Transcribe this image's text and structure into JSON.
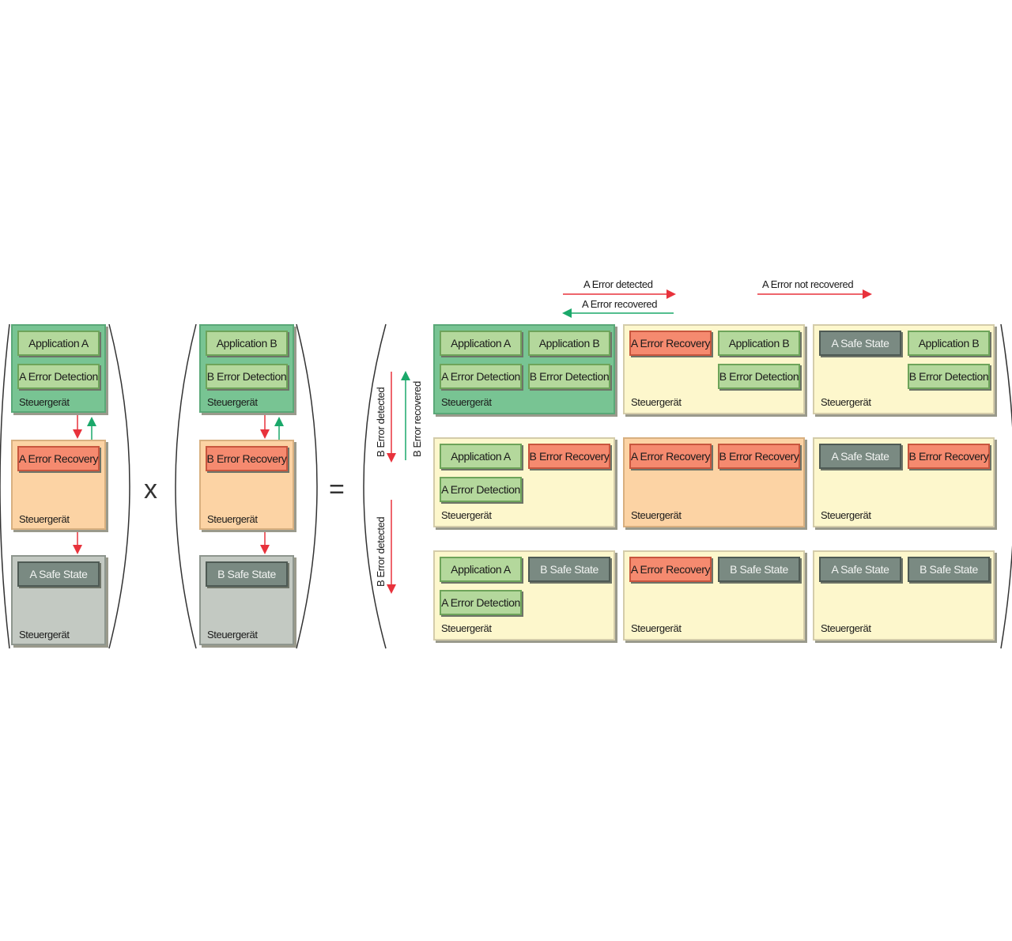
{
  "colors": {
    "green_ecu": "#78c493",
    "orange_ecu": "#fcd3a4",
    "gray_ecu": "#c3c9c2",
    "yellow_ecu": "#fdf7cc",
    "application_box": "#b4d89c",
    "recovery_box": "#f58a6f",
    "safe_box": "#7a8a82",
    "arrow_red": "#e8323c",
    "arrow_green": "#1aa86a"
  },
  "operators": {
    "times": "x",
    "equals": "="
  },
  "matrix_a": {
    "ecus": [
      {
        "boxes": [
          "Application A",
          "A Error Detection"
        ],
        "label": "Steuergerät"
      },
      {
        "boxes": [
          "A Error Recovery"
        ],
        "label": "Steuergerät"
      },
      {
        "boxes": [
          "A Safe State"
        ],
        "label": "Steuergerät"
      }
    ]
  },
  "matrix_b": {
    "ecus": [
      {
        "boxes": [
          "Application B",
          "B Error Detection"
        ],
        "label": "Steuergerät"
      },
      {
        "boxes": [
          "B Error Recovery"
        ],
        "label": "Steuergerät"
      },
      {
        "boxes": [
          "B Safe State"
        ],
        "label": "Steuergerät"
      }
    ]
  },
  "transitions": {
    "a_error_detected": "A Error detected",
    "a_error_recovered": "A Error recovered",
    "a_error_not_recovered": "A Error not recovered",
    "b_error_detected": "B Error detected",
    "b_error_recovered": "B Error recovered",
    "b_error_detected_2": "B Error detected"
  },
  "result_grid": {
    "cells": [
      {
        "state": "green",
        "label": "Steuergerät",
        "top_left": "Application A",
        "top_right": "Application B",
        "bottom_left": "A Error Detection",
        "bottom_right": "B Error Detection"
      },
      {
        "state": "yellow",
        "label": "Steuergerät",
        "top_left": "A Error Recovery",
        "top_right": "Application B",
        "bottom_left": "",
        "bottom_right": "B Error Detection"
      },
      {
        "state": "yellow",
        "label": "Steuergerät",
        "top_left": "A Safe State",
        "top_right": "Application B",
        "bottom_left": "",
        "bottom_right": "B Error Detection"
      },
      {
        "state": "yellow",
        "label": "Steuergerät",
        "top_left": "Application A",
        "top_right": "B Error Recovery",
        "bottom_left": "A Error Detection",
        "bottom_right": ""
      },
      {
        "state": "orange",
        "label": "Steuergerät",
        "top_left": "A Error Recovery",
        "top_right": "B Error Recovery",
        "bottom_left": "",
        "bottom_right": ""
      },
      {
        "state": "yellow",
        "label": "Steuergerät",
        "top_left": "A Safe State",
        "top_right": "B Error Recovery",
        "bottom_left": "",
        "bottom_right": ""
      },
      {
        "state": "yellow",
        "label": "Steuergerät",
        "top_left": "Application A",
        "top_right": "B Safe State",
        "bottom_left": "A Error Detection",
        "bottom_right": ""
      },
      {
        "state": "yellow",
        "label": "Steuergerät",
        "top_left": "A Error Recovery",
        "top_right": "B Safe State",
        "bottom_left": "",
        "bottom_right": ""
      },
      {
        "state": "yellow",
        "label": "Steuergerät",
        "top_left": "A Safe State",
        "top_right": "B Safe State",
        "bottom_left": "",
        "bottom_right": ""
      }
    ]
  }
}
